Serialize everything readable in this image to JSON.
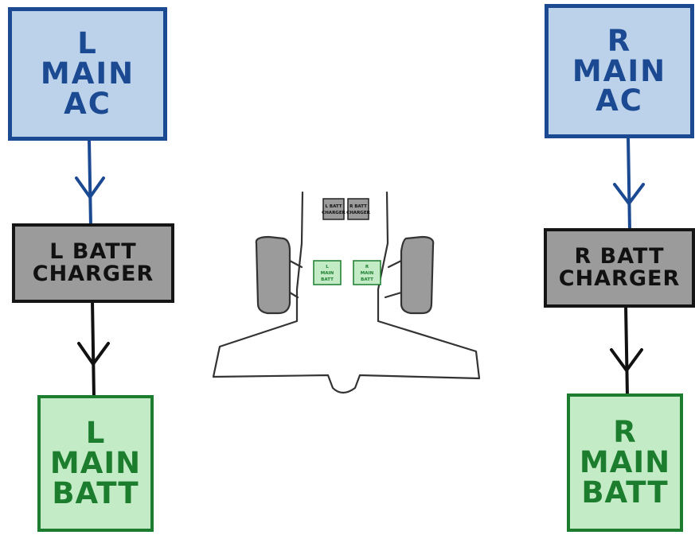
{
  "left": {
    "ac": {
      "line1": "L",
      "line2": "MAIN",
      "line3": "AC"
    },
    "charger": {
      "line1": "L BATT",
      "line2": "CHARGER"
    },
    "batt": {
      "line1": "L",
      "line2": "MAIN",
      "line3": "BATT"
    }
  },
  "right": {
    "ac": {
      "line1": "R",
      "line2": "MAIN",
      "line3": "AC"
    },
    "charger": {
      "line1": "R BATT",
      "line2": "CHARGER"
    },
    "batt": {
      "line1": "R",
      "line2": "MAIN",
      "line3": "BATT"
    }
  },
  "aircraft": {
    "l_charger": [
      "L BATT",
      "CHARGER"
    ],
    "r_charger": [
      "R BATT",
      "CHARGER"
    ],
    "l_batt": [
      "L",
      "MAIN",
      "BATT"
    ],
    "r_batt": [
      "R",
      "MAIN",
      "BATT"
    ]
  },
  "colors": {
    "ac_fill": "#bcd2ea",
    "ac_stroke": "#1b4a93",
    "charger_fill": "#9b9b9b",
    "batt_fill": "#c3ecc6",
    "batt_stroke": "#1b7d2d"
  }
}
